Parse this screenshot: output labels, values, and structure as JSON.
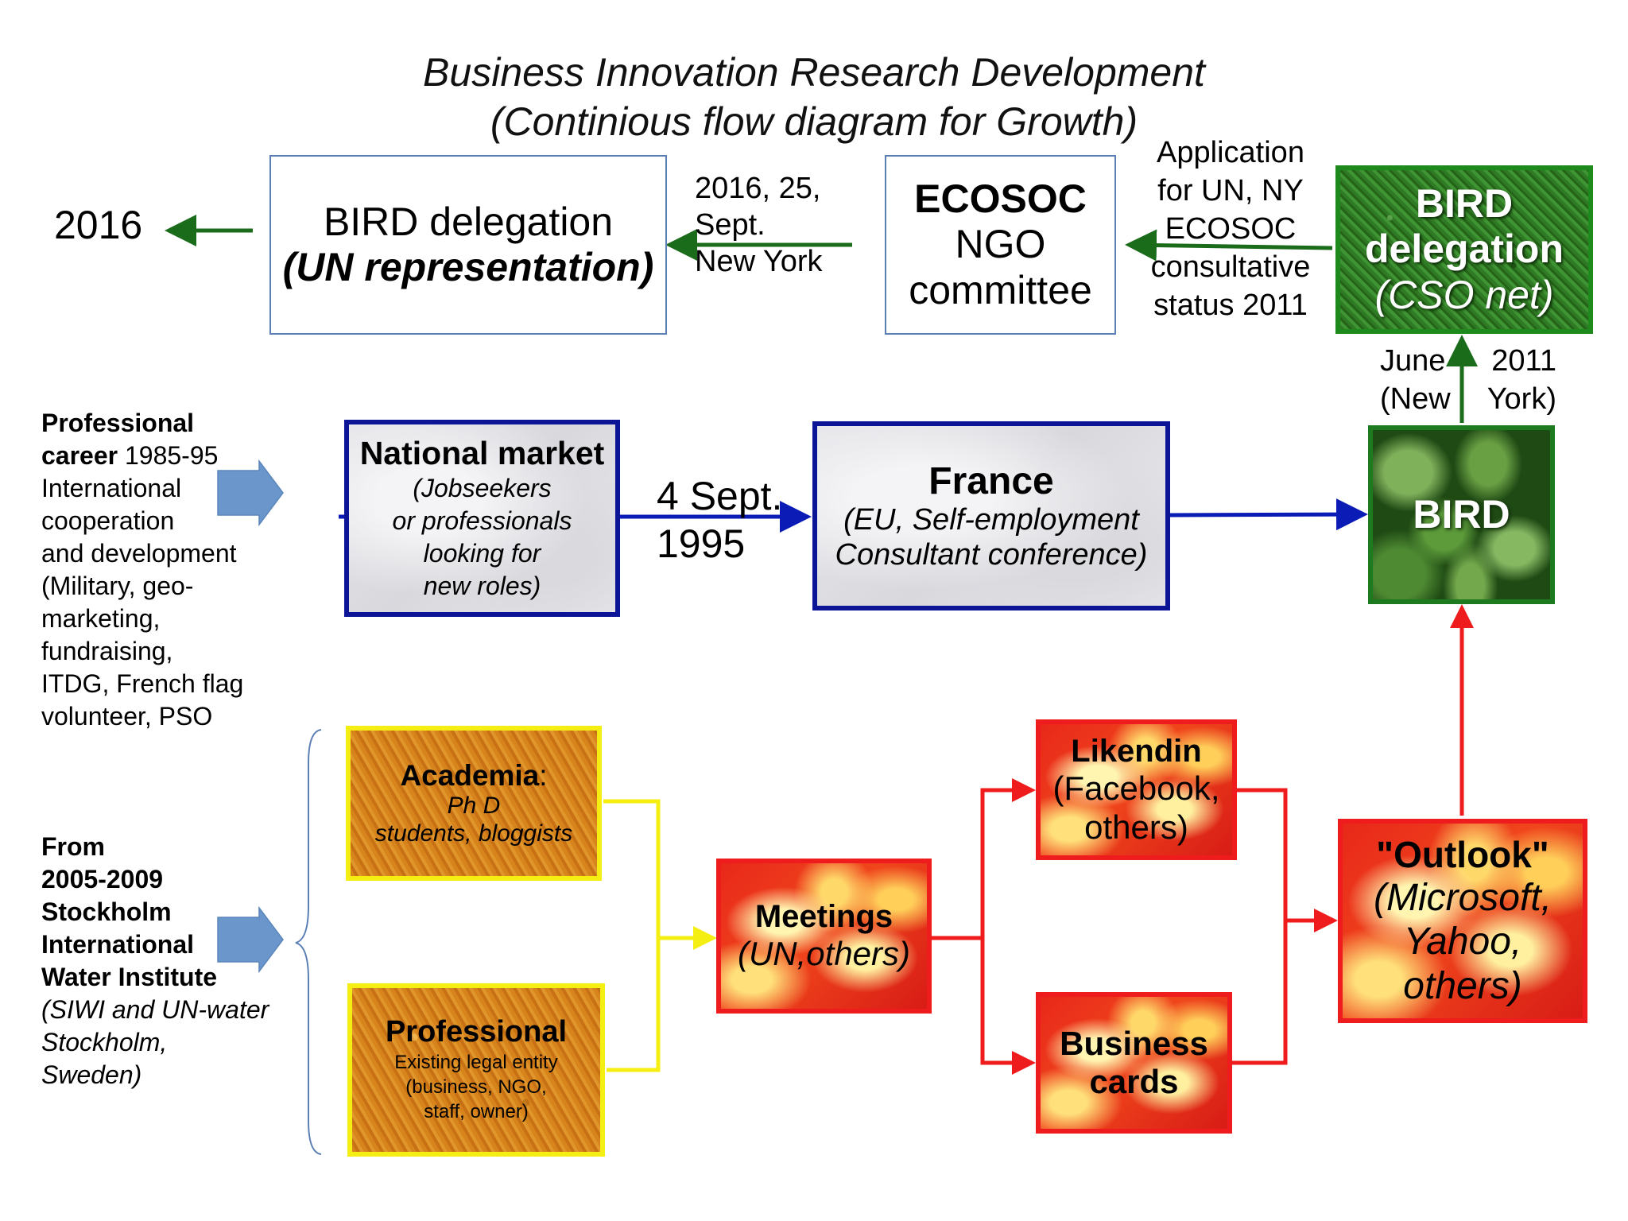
{
  "title": {
    "line1": "Business Innovation Research Development",
    "line2": "(Continious flow diagram for Growth)"
  },
  "year_2016": "2016",
  "bird_un": {
    "line1": "BIRD delegation",
    "line2": "(UN representation)"
  },
  "label_2016_sept": {
    "line1": "2016, 25,",
    "line2": "Sept.",
    "line3": "New York"
  },
  "ecosoc": {
    "line1": "ECOSOC",
    "line2": "NGO",
    "line3": "committee"
  },
  "application": {
    "line1": "Application",
    "line2": "for UN, NY",
    "line3": "ECOSOC",
    "line4": "consultative",
    "line5": "status 2011"
  },
  "bird_cso": {
    "line1": "BIRD",
    "line2": "delegation",
    "line3": "(CSO net)"
  },
  "june_label": {
    "left1": "June",
    "left2": "(New",
    "right1": "2011",
    "right2": "York)"
  },
  "professional_career": {
    "bold1": "Professional",
    "bold2": "career",
    "rest2": " 1985-95",
    "lines": [
      "International",
      "cooperation",
      "and development",
      "(Military, geo-",
      "marketing,",
      "fundraising,",
      "ITDG, French flag",
      "volunteer, PSO"
    ]
  },
  "national_market": {
    "title": "National market",
    "lines": [
      "(Jobseekers",
      "or professionals",
      "looking for",
      "new roles)"
    ]
  },
  "date_1995": {
    "line1": "4 Sept.",
    "line2": "1995"
  },
  "france": {
    "title": "France",
    "line2": "(EU, Self-employment",
    "line3": "Consultant conference)"
  },
  "bird": {
    "label": "BIRD"
  },
  "from_siwi": {
    "bold": [
      "From",
      "2005-2009",
      "Stockholm",
      "International",
      "Water Institute"
    ],
    "italic": [
      "(SIWI and UN-water",
      "Stockholm,",
      "Sweden)"
    ]
  },
  "academia": {
    "title": "Academia",
    "colon": ":",
    "line2": "Ph D",
    "line3": "students, bloggists"
  },
  "professional_box": {
    "title": "Professional",
    "lines": [
      "Existing  legal  entity",
      "(business, NGO,",
      "staff, owner)"
    ]
  },
  "meetings": {
    "title": "Meetings",
    "line2": "(UN,others)"
  },
  "likendin": {
    "title": "Likendin",
    "line2": "(Facebook,",
    "line3": "others)"
  },
  "business_cards": {
    "line1": "Business",
    "line2": "cards"
  },
  "outlook": {
    "title": "\"Outlook\"",
    "line2": "(Microsoft,",
    "line3": "Yahoo,",
    "line4": "others)"
  },
  "colors": {
    "green_arrow": "#1a6b1a",
    "blue_arrow": "#0b1bb5",
    "red_arrow": "#ee1c1c",
    "yellow_line": "#f4ee12",
    "block_arrow": "#6b96cc"
  }
}
